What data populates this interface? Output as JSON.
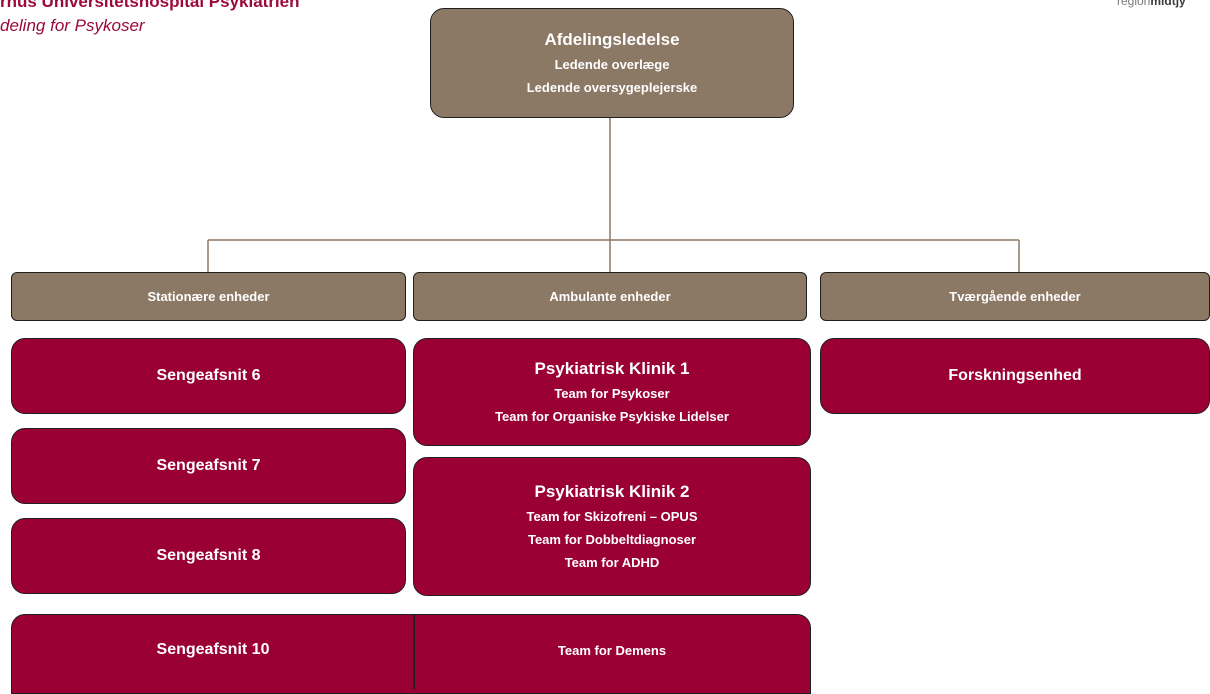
{
  "header": {
    "line1": "rhus Universitetshospital Psykiatrien",
    "line2": "deling for Psykoser",
    "logo_light": "region",
    "logo_bold": "midtjy"
  },
  "top": {
    "title": "Afdelingsledelse",
    "line1": "Ledende overlæge",
    "line2": "Ledende oversygeplejerske"
  },
  "categories": {
    "stationary": "Stationære enheder",
    "ambulant": "Ambulante enheder",
    "cross": "Tværgående enheder"
  },
  "units": {
    "s6": "Sengeafsnit 6",
    "s7": "Sengeafsnit 7",
    "s8": "Sengeafsnit 8",
    "s10": "Sengeafsnit 10",
    "k1": {
      "title": "Psykiatrisk Klinik 1",
      "t1": "Team for Psykoser",
      "t2": "Team for Organiske Psykiske Lidelser"
    },
    "k2": {
      "title": "Psykiatrisk Klinik 2",
      "t1": "Team for Skizofreni – OPUS",
      "t2": "Team for Dobbeltdiagnoser",
      "t3": "Team for ADHD"
    },
    "dementia": "Team for Demens",
    "research": "Forskningsenhed"
  },
  "colors": {
    "brown": "#8b7865",
    "crimson": "#9b0035",
    "header": "#9c0a3a"
  }
}
